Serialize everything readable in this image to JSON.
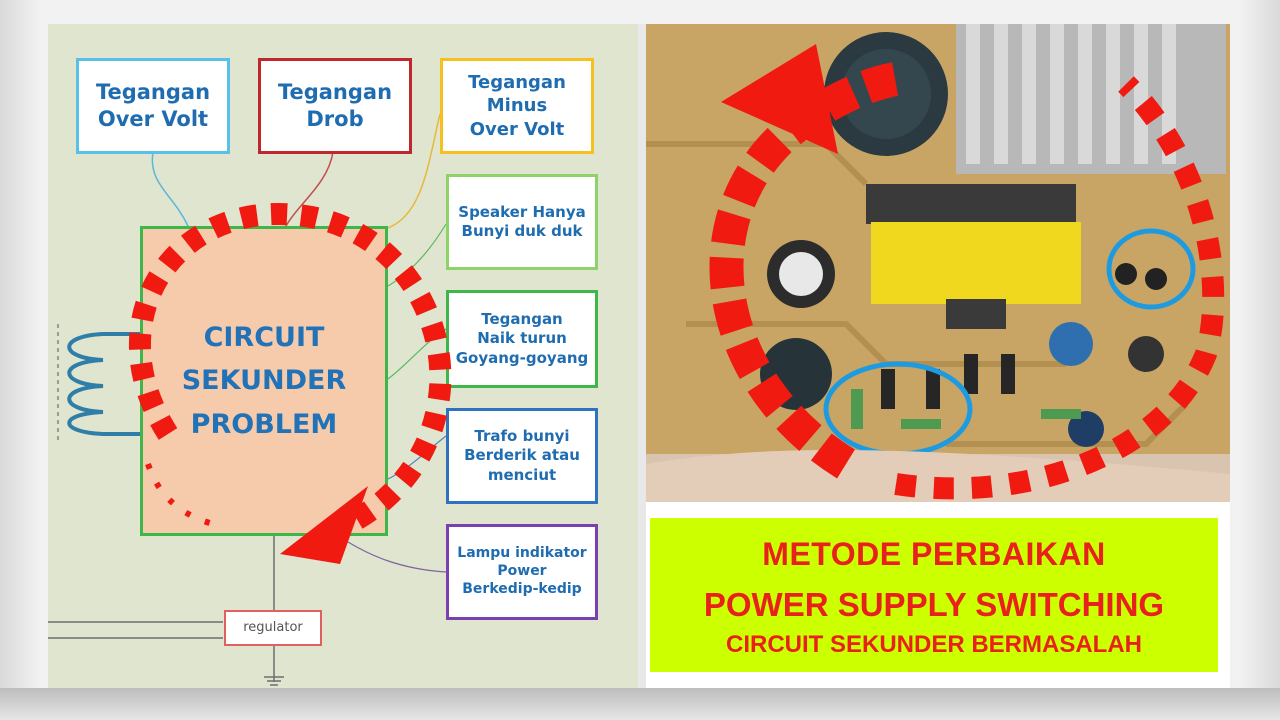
{
  "boxes": {
    "over_volt": {
      "line1": "Tegangan",
      "line2": "Over Volt"
    },
    "drob": {
      "line1": "Tegangan",
      "line2": "Drob"
    },
    "minus_over_volt": {
      "line1": "Tegangan",
      "line2": "Minus",
      "line3": "Over Volt"
    },
    "speaker": {
      "line1": "Speaker Hanya",
      "line2": "Bunyi duk duk"
    },
    "naik_turun": {
      "line1": "Tegangan",
      "line2": "Naik turun",
      "line3": "Goyang-goyang"
    },
    "trafo": {
      "line1": "Trafo bunyi",
      "line2": "Berderik atau",
      "line3": "menciut"
    },
    "lampu": {
      "line1": "Lampu indikator",
      "line2": "Power",
      "line3": "Berkedip-kedip"
    }
  },
  "circuit": {
    "line1": "CIRCUIT",
    "line2": "SEKUNDER",
    "line3": "PROBLEM"
  },
  "regulator_label": "regulator",
  "caption": {
    "line1": "METODE  PERBAIKAN",
    "line2": "POWER SUPPLY SWITCHING",
    "line3": "CIRCUIT SEKUNDER  BERMASALAH"
  },
  "colors": {
    "left_bg": "#dfe5cf",
    "circuit_fill": "#f6cbab",
    "circuit_border": "#3fb64a",
    "text_blue": "#1f6cb0",
    "arrow_red": "#f01a10",
    "caption_bg": "#ccff00",
    "caption_text": "#e8211c",
    "pcb": "#c9a565",
    "highlight_circle": "#1e9be0"
  }
}
